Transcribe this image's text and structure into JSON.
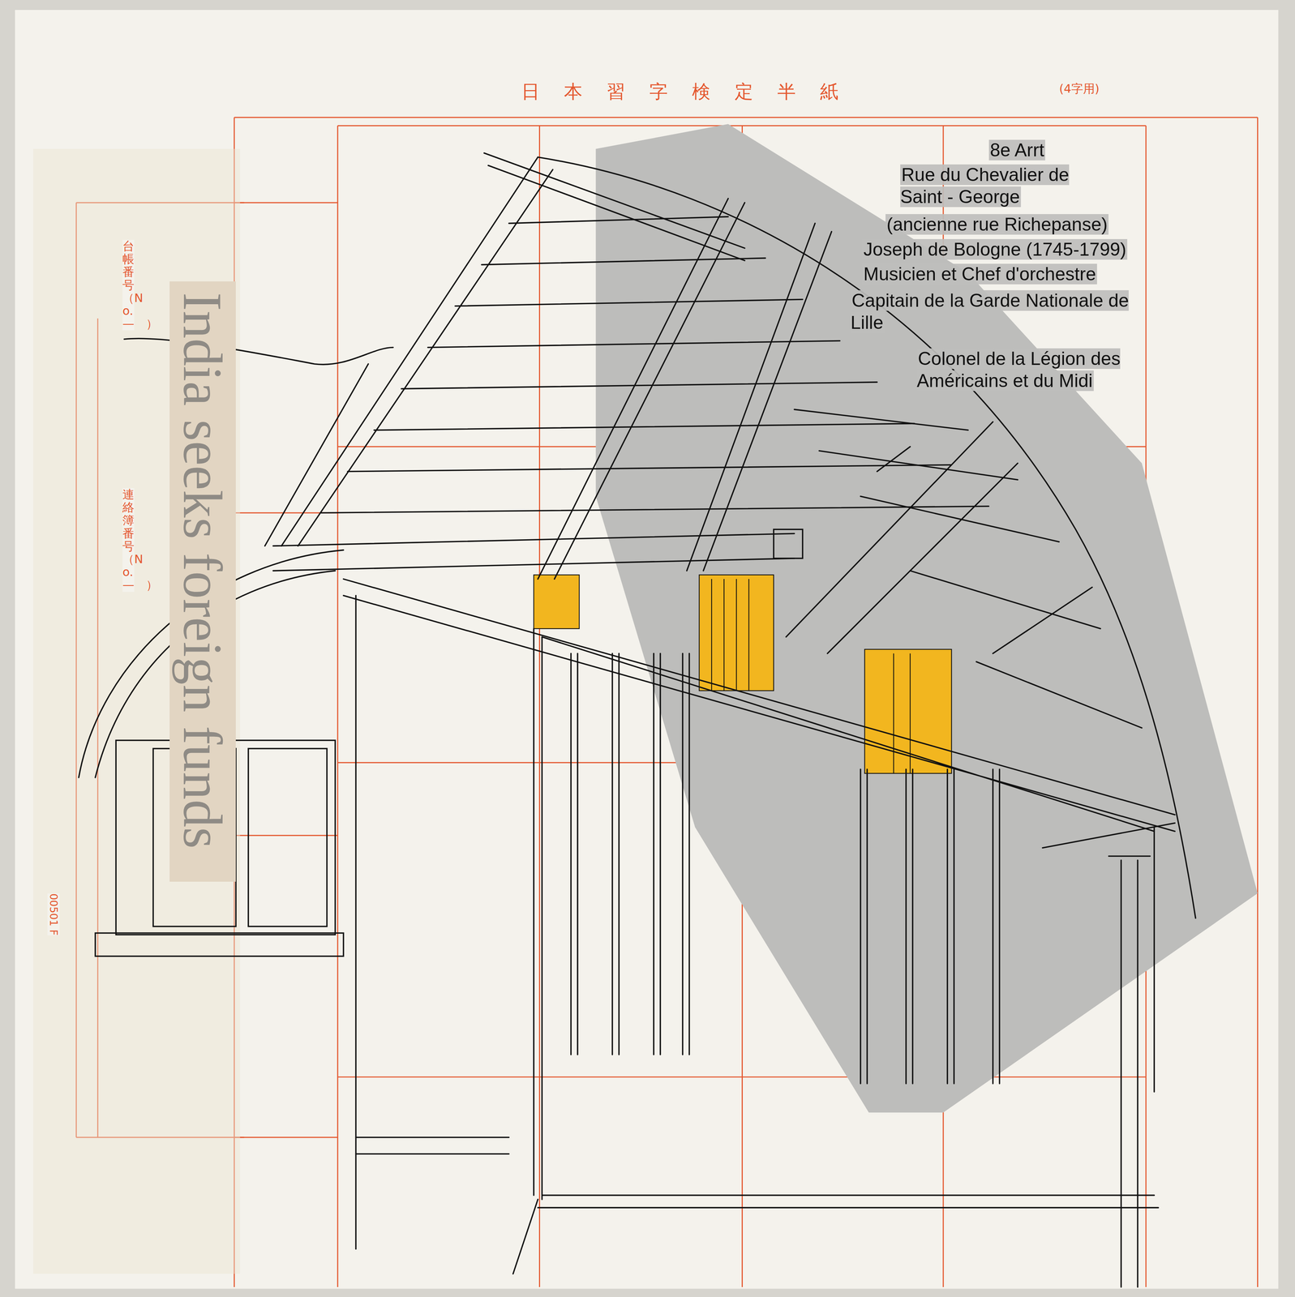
{
  "diagram": {
    "title": "日本習字検定半紙",
    "nodes": [
      {
        "text": [
          "India seeks foreign funds"
        ]
      }
    ],
    "labels": [
      "(4字用)",
      "台帳番号（No.　—　）",
      "連絡簿番号（No.　—　）",
      "00501 F",
      "8e Arrt",
      "Rue du Chevalier de Saint - George",
      "(ancienne rue Richepanse)",
      "Joseph de Bologne (1745-1799)",
      "Musicien et Chef d'orchestre",
      "Capitain de la Garde Nationale de Lille",
      "Colonel de la Légion des Américains et du Midi"
    ]
  }
}
